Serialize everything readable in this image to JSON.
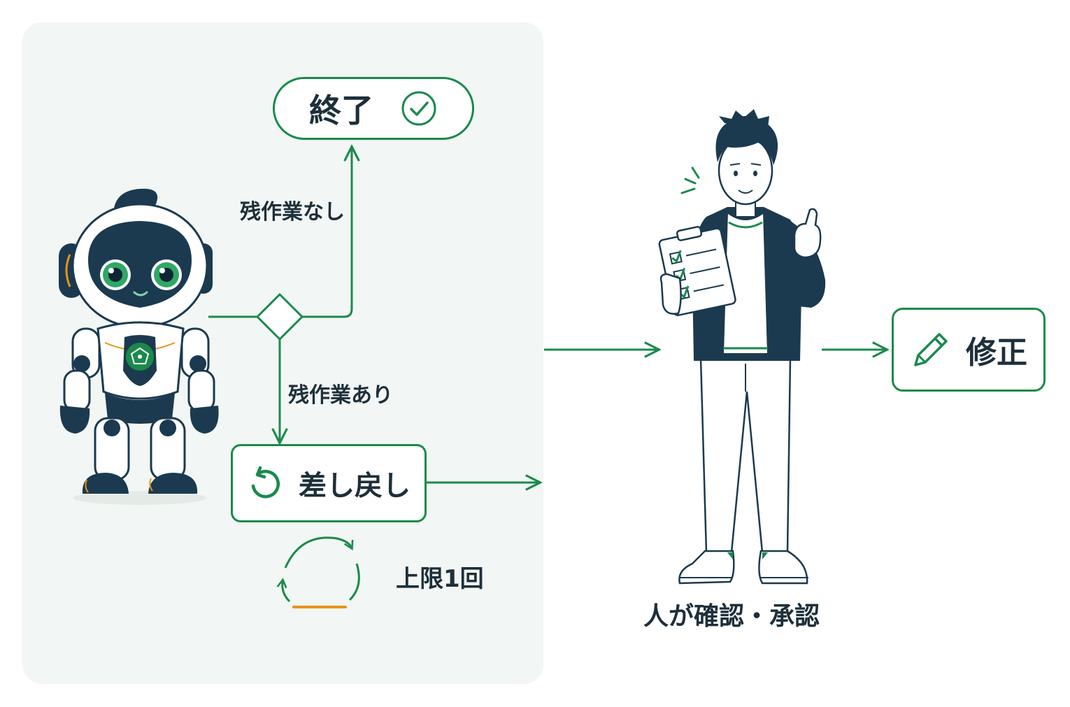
{
  "nodes": {
    "end": {
      "label": "終了",
      "icon": "check-circle-icon"
    },
    "return": {
      "label": "差し戻し",
      "icon": "undo-icon"
    },
    "fix": {
      "label": "修正",
      "icon": "pencil-icon"
    }
  },
  "edges": {
    "no_remaining": "残作業なし",
    "has_remaining": "残作業あり"
  },
  "loop": {
    "label": "上限1回",
    "icon": "cycle-icon"
  },
  "human": {
    "label": "人が確認・承認"
  },
  "colors": {
    "accent": "#1a8a4c",
    "navy": "#1b3a4f",
    "orange": "#e8931a",
    "panel": "#f2f6f4"
  }
}
